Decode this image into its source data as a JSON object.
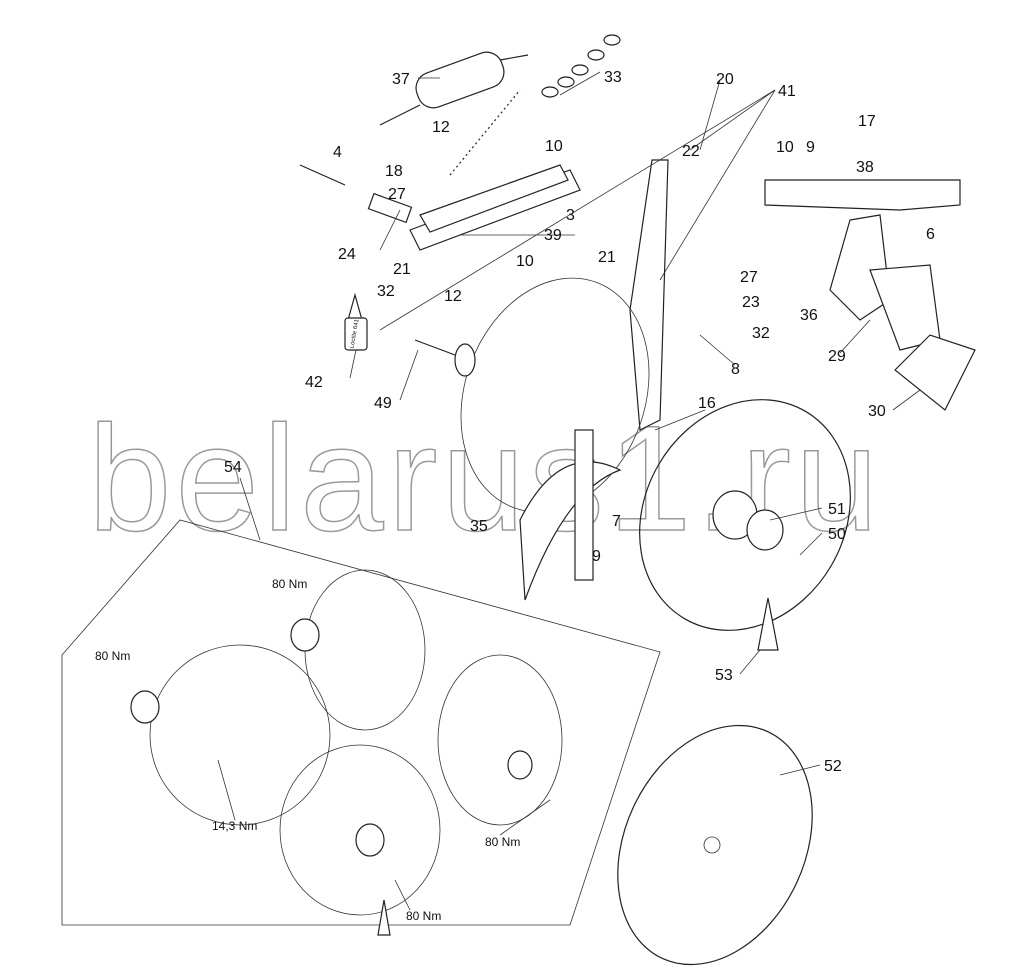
{
  "watermark": "belarus1.ru",
  "callouts": {
    "c37": "37",
    "c33": "33",
    "c20": "20",
    "c41": "41",
    "c12a": "12",
    "c10a": "10",
    "c10b": "10",
    "c9a": "9",
    "c17": "17",
    "c38": "38",
    "c4": "4",
    "c18": "18",
    "c27a": "27",
    "c22": "22",
    "c6": "6",
    "c3": "3",
    "c39": "39",
    "c24": "24",
    "c21a": "21",
    "c27b": "27",
    "c21b": "21",
    "c32a": "32",
    "c12b": "12",
    "c10c": "10",
    "c23": "23",
    "c36": "36",
    "c32b": "32",
    "c29": "29",
    "c42": "42",
    "c8": "8",
    "c49": "49",
    "c16": "16",
    "c30": "30",
    "c54": "54",
    "c35": "35",
    "c7": "7",
    "c9b": "9",
    "c51": "51",
    "c50": "50",
    "c53": "53",
    "c52": "52"
  },
  "torques": {
    "t1": "80 Nm",
    "t2": "80 Nm",
    "t3": "14,3 Nm",
    "t4": "80 Nm",
    "t5": "80 Nm"
  },
  "sealant_label": "Loctite 641"
}
